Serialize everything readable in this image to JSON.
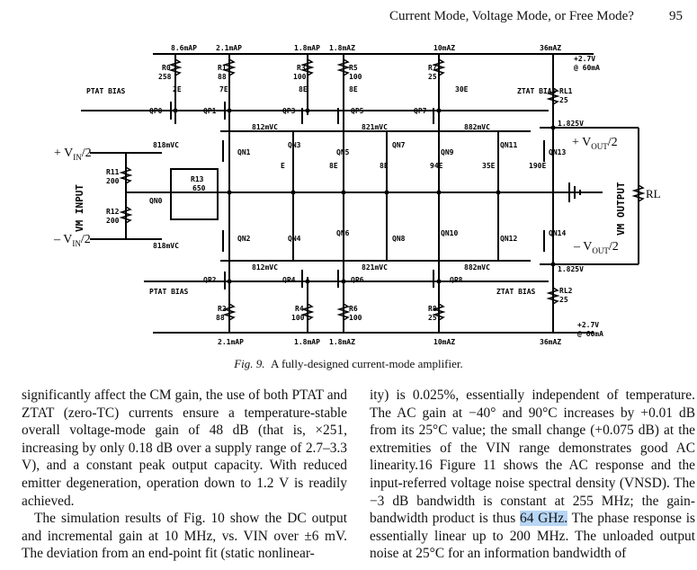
{
  "header": {
    "title": "Current Mode, Voltage Mode, or Free Mode?",
    "page_number": "95"
  },
  "schematic": {
    "top_currents": [
      "8.6mAP",
      "2.1mAP",
      "1.8mAP",
      "1.8mAZ",
      "10mAZ",
      "36mAZ"
    ],
    "bottom_currents": [
      "2.1mAP",
      "1.8mAP",
      "1.8mAZ",
      "10mAZ",
      "36mAZ"
    ],
    "resistors_top": [
      "R0",
      "258",
      "R1",
      "88",
      "R3",
      "100",
      "R5",
      "100",
      "R7",
      "25"
    ],
    "resistors_bottom": [
      "R2",
      "88",
      "R4",
      "100",
      "R6",
      "100",
      "R8",
      "25"
    ],
    "emitter_ratios": [
      "2E",
      "7E",
      "8E",
      "8E",
      "30E",
      "E",
      "8E",
      "8E",
      "94E",
      "35E",
      "190E"
    ],
    "transistors_p": [
      "QP0",
      "QP1",
      "QP3",
      "QP5",
      "QP7",
      "QP2",
      "QP4",
      "QP6",
      "QP8"
    ],
    "transistors_n": [
      "QN1",
      "QN2",
      "QN3",
      "QN4",
      "QN5",
      "QN6",
      "QN7",
      "QN8",
      "QN9",
      "QN10",
      "QN11",
      "QN12",
      "QN13",
      "QN14",
      "QN0"
    ],
    "bias_labels": [
      "PTAT BIAS",
      "ZTAT BIAS",
      "PTAT BIAS",
      "ZTAT BIAS"
    ],
    "node_voltages": [
      "812mVC",
      "821mVC",
      "882mVC",
      "818mVC",
      "1.825V",
      "812mVC",
      "821mVC",
      "882mVC",
      "818mVC",
      "1.825V"
    ],
    "supply_top": [
      "+2.7V",
      "@ 60mA"
    ],
    "supply_bottom": [
      "+2.7V",
      "@ 60mA"
    ],
    "misc_resistors": [
      "R11",
      "200",
      "R12",
      "200",
      "R13",
      "650",
      "RL1",
      "25",
      "RL2",
      "25",
      "RL"
    ],
    "inputs": {
      "plus": "+ V",
      "minus": "– V",
      "sub": "IN",
      "den": "/2"
    },
    "outputs": {
      "plus": "+ V",
      "minus": "– V",
      "sub": "OUT",
      "den": "/2"
    },
    "side_input": "VM INPUT",
    "side_output": "VM OUTPUT"
  },
  "figure": {
    "label": "Fig. 9.",
    "text": "A fully-designed current-mode amplifier."
  },
  "body": {
    "left_p1": "significantly affect the CM gain, the use of both PTAT and ZTAT (zero-TC) currents ensure a temperature-stable overall voltage-mode gain of 48 dB (that is, ×251, increasing by only 0.18 dB over a supply range of 2.7–3.3 V), and a constant peak output capacity. With reduced emitter degeneration, operation down to 1.2 V is readily achieved.",
    "left_p2": "The simulation results of Fig. 10 show the DC output and incremental gain at 10 MHz, vs. VIN over ±6 mV. The deviation from an end-point fit (static nonlinear-",
    "right_p1": "ity) is 0.025%, essentially independent of temperature. The AC gain at −40° and 90°C increases by +0.01 dB from its 25°C value; the small change (+0.075 dB) at the extremities of the VIN range demonstrates good AC linearity.16 Figure 11 shows the AC response and the input-referred voltage noise spectral density (VNSD). The −3 dB bandwidth is constant at 255 MHz; the gain-bandwidth product is thus 64 GHz. The phase response is essentially linear up to 200 MHz. The unloaded output noise at 25°C for an information bandwidth of"
  }
}
